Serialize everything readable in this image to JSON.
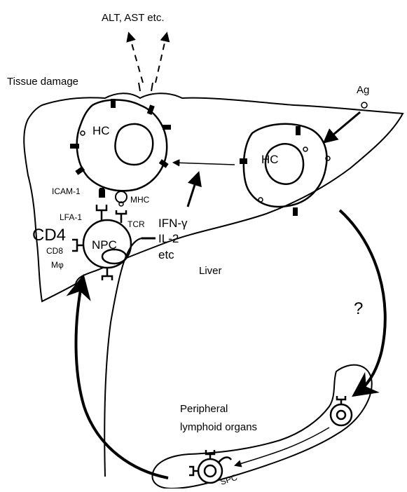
{
  "labels": {
    "alt_ast": "ALT, AST etc.",
    "tissue_damage": "Tissue damage",
    "ag": "Ag",
    "hc_left": "HC",
    "hc_right": "HC",
    "icam1": "ICAM-1",
    "mhc": "MHC",
    "lfa1": "LFA-1",
    "tcr": "TCR",
    "cd4": "CD4",
    "cd8": "CD8",
    "mphi": "Mφ",
    "npc": "NPC",
    "ifn": "IFN-γ",
    "il2": "IL-2",
    "etc": "etc",
    "liver": "Liver",
    "question": "?",
    "peripheral": "Peripheral",
    "lymphoid_organs": "lymphoid organs",
    "spc": "SPC"
  }
}
